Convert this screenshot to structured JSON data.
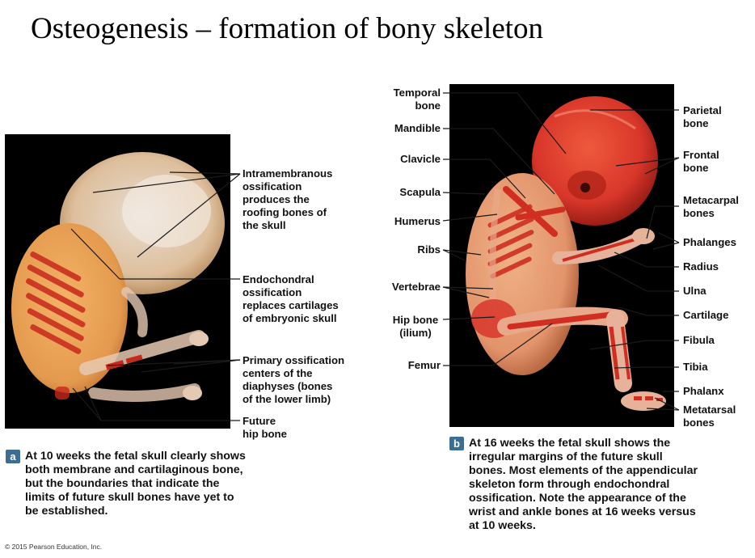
{
  "title": "Osteogenesis – formation of bony skeleton",
  "panel_a": {
    "badge": "a",
    "labels": {
      "intramembranous": [
        "Intramembranous",
        "ossification",
        "produces the",
        "roofing bones of",
        "the skull"
      ],
      "endochondral": [
        "Endochondral",
        "ossification",
        "replaces cartilages",
        "of embryonic skull"
      ],
      "primary": [
        "Primary ossification",
        "centers of the",
        "diaphyses (bones",
        "of the lower limb)"
      ],
      "hip": [
        "Future",
        "hip bone"
      ]
    },
    "caption": [
      "At 10 weeks the fetal skull clearly shows",
      "both membrane and cartilaginous bone,",
      "but the boundaries that indicate the",
      "limits of future skull bones have yet to",
      "be established."
    ]
  },
  "panel_b": {
    "badge": "b",
    "left_labels": {
      "temporal": [
        "Temporal",
        "bone"
      ],
      "mandible": [
        "Mandible"
      ],
      "clavicle": [
        "Clavicle"
      ],
      "scapula": [
        "Scapula"
      ],
      "humerus": [
        "Humerus"
      ],
      "ribs": [
        "Ribs"
      ],
      "vertebrae": [
        "Vertebrae"
      ],
      "hipbone": [
        "Hip bone",
        "(ilium)"
      ],
      "femur": [
        "Femur"
      ]
    },
    "right_labels": {
      "parietal": [
        "Parietal",
        "bone"
      ],
      "frontal": [
        "Frontal",
        "bone"
      ],
      "metacarpal": [
        "Metacarpal",
        "bones"
      ],
      "phalanges": [
        "Phalanges"
      ],
      "radius": [
        "Radius"
      ],
      "ulna": [
        "Ulna"
      ],
      "cartilage": [
        "Cartilage"
      ],
      "fibula": [
        "Fibula"
      ],
      "tibia": [
        "Tibia"
      ],
      "phalanx": [
        "Phalanx"
      ],
      "metatarsal": [
        "Metatarsal",
        "bones"
      ]
    },
    "caption": [
      "At 16 weeks the fetal skull shows the",
      "irregular margins of the future skull",
      "bones. Most elements of the appendicular",
      "skeleton form through endochondral",
      "ossification. Note the appearance of the",
      "wrist and ankle bones at 16 weeks versus",
      "at 10 weeks."
    ]
  },
  "copyright": "© 2015 Pearson Education, Inc.",
  "colors": {
    "badge": "#3c6e93",
    "leader": "#1a1a1a",
    "bone_red": "#c8281c",
    "fetus_amber": "#e8a35a"
  }
}
